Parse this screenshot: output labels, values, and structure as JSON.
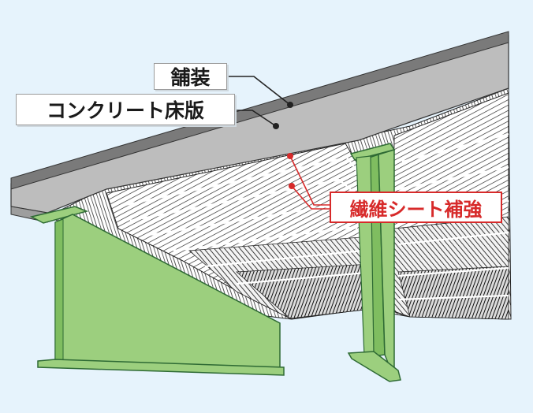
{
  "labels": {
    "pavement": "舗装",
    "concrete_slab": "コンクリート床版",
    "fiber_sheet": "繊維シート補強"
  },
  "colors": {
    "background": "#e6f3fc",
    "girder_fill": "#9ccf7e",
    "girder_stroke": "#2e6a34",
    "slab_gray": "#bdbdbd",
    "pavement_dark": "#7a7a7a",
    "accent_red": "#d72a2a"
  }
}
